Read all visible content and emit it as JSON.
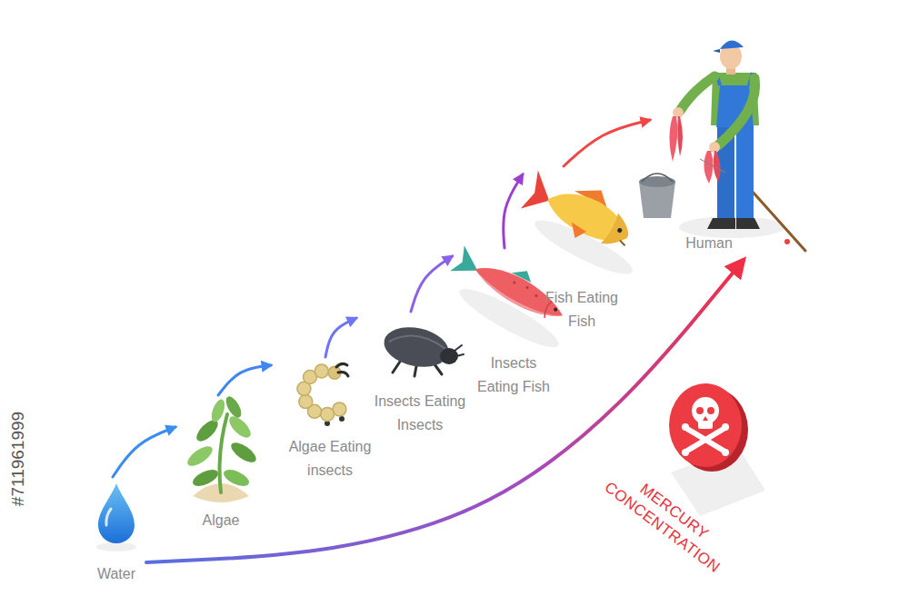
{
  "diagram": {
    "nodes": [
      {
        "text": [
          "Water"
        ]
      },
      {
        "text": [
          "Algae"
        ]
      },
      {
        "text": [
          "Algae Eating insects"
        ]
      },
      {
        "text": [
          "Insects Eating Insects"
        ]
      },
      {
        "text": [
          "Insects Eating Fish"
        ]
      },
      {
        "text": [
          "Fish Eating Fish"
        ]
      },
      {
        "text": [
          "Human"
        ]
      }
    ],
    "edges": [
      {
        "from": 0,
        "to": 1,
        "arrow": "to"
      },
      {
        "from": 1,
        "to": 2,
        "arrow": "to"
      },
      {
        "from": 2,
        "to": 3,
        "arrow": "to"
      },
      {
        "from": 3,
        "to": 4,
        "arrow": "to"
      },
      {
        "from": 4,
        "to": 5,
        "arrow": "to"
      },
      {
        "from": 5,
        "to": 6,
        "arrow": "to"
      },
      {
        "from": 0,
        "to": 6,
        "arrow": "to"
      }
    ],
    "labels": [
      "MERCURY CONCENTRATION",
      "#711961999"
    ]
  }
}
